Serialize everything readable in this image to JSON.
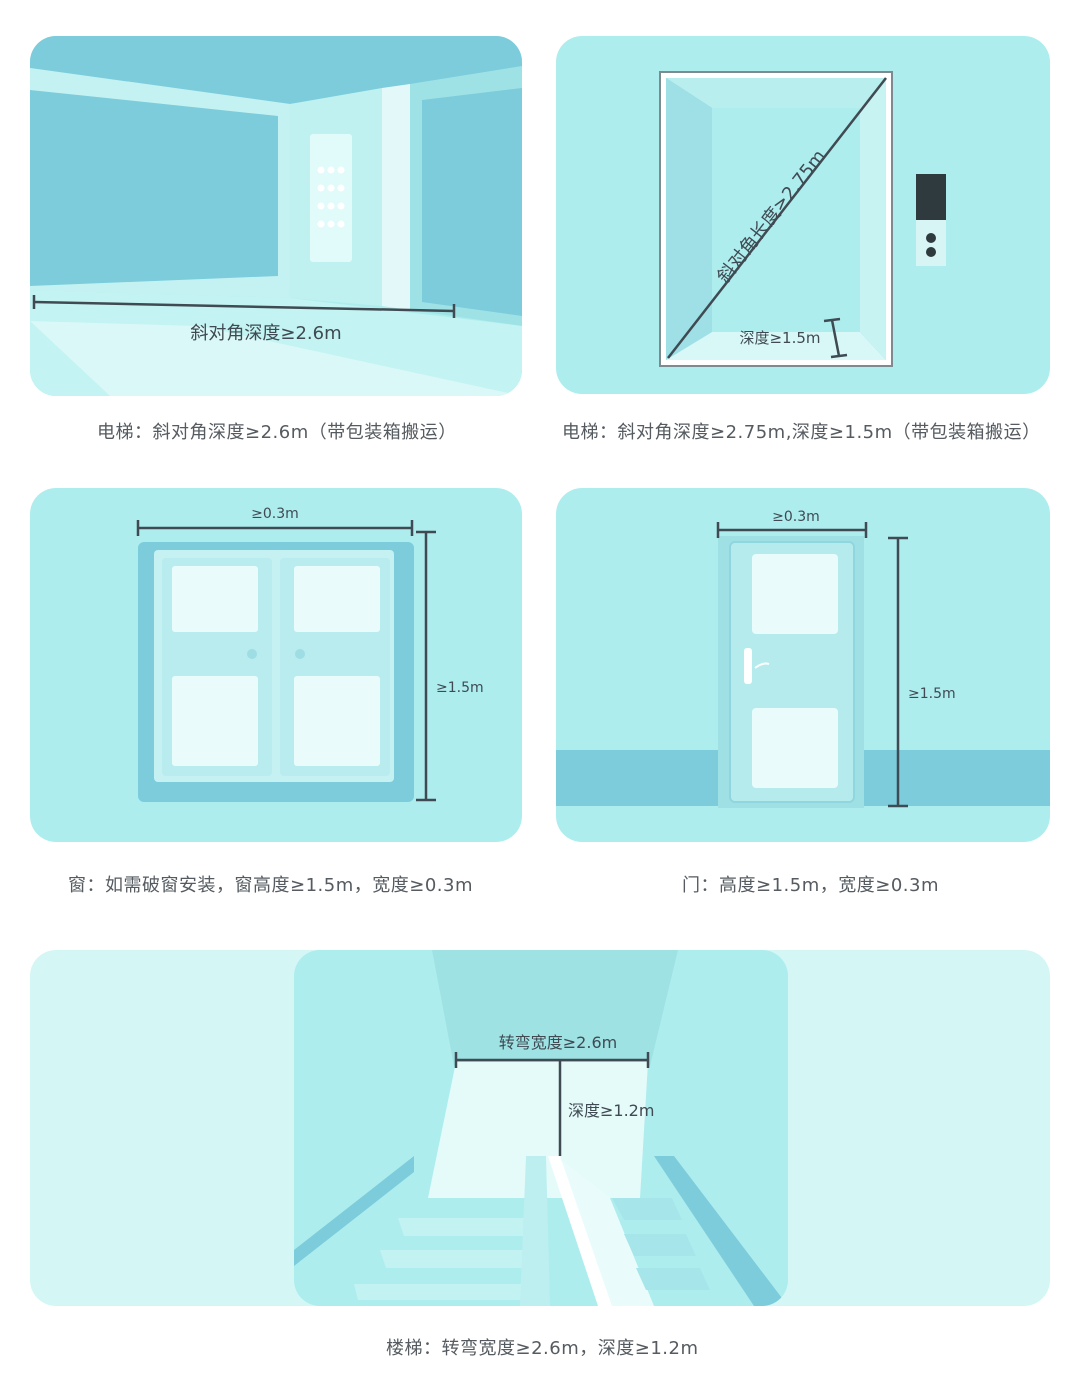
{
  "panels": [
    {
      "id": "elevator-diagonal",
      "label": "斜对角深度≥2.6m",
      "caption": "电梯：斜对角深度≥2.6m（带包装箱搬运）"
    },
    {
      "id": "elevator-topview",
      "label_diagonal": "斜对角长度≥2.75m",
      "label_depth": "深度≥1.5m",
      "caption": "电梯：斜对角深度≥2.75m,深度≥1.5m（带包装箱搬运）"
    },
    {
      "id": "window",
      "label_width": "≥0.3m",
      "label_height": "≥1.5m",
      "caption": "窗：如需破窗安装，窗高度≥1.5m，宽度≥0.3m"
    },
    {
      "id": "door",
      "label_width": "≥0.3m",
      "label_height": "≥1.5m",
      "caption": "门：高度≥1.5m，宽度≥0.3m"
    },
    {
      "id": "stairs",
      "label_width": "转弯宽度≥2.6m",
      "label_depth": "深度≥1.2m",
      "caption": "楼梯：转弯宽度≥2.6m，深度≥1.2m"
    }
  ],
  "colors": {
    "card_bg": "#aeedee",
    "mid": "#7cccdc",
    "light": "#d6f7f7",
    "line": "#3f4a52"
  }
}
